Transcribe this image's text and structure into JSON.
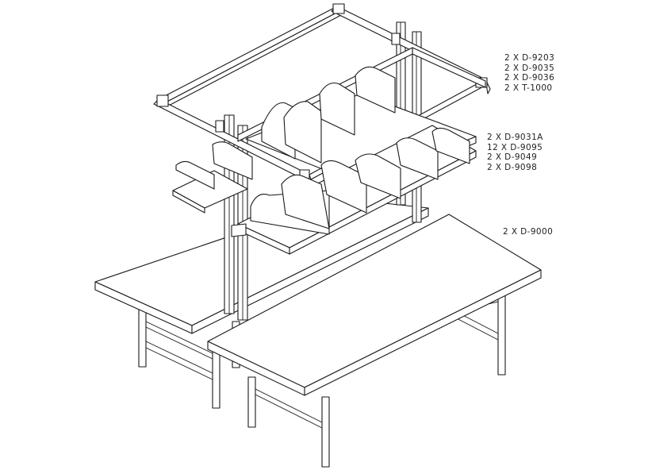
{
  "callouts": {
    "top_shelf": [
      "2 X D-9203",
      "2 X D-9035",
      "2 X D-9036",
      "2 X T-1000"
    ],
    "bins": [
      "2 X D-9031A",
      "12 X D-9095",
      "2 X D-9049",
      "2 X D-9098"
    ],
    "tables": [
      "2 X D-9000"
    ]
  },
  "colors": {
    "line": "#1a1a1a",
    "background": "#ffffff",
    "text": "#222222"
  }
}
